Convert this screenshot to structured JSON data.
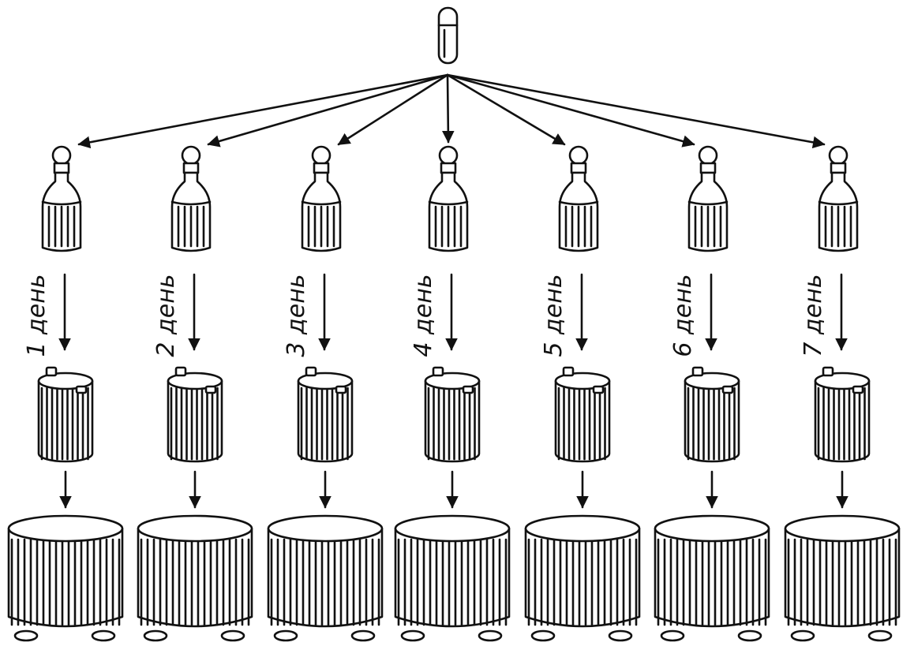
{
  "diagram": {
    "ink_color": "#111111",
    "background": "#ffffff",
    "source_icon": "ampoule-icon",
    "columns": [
      {
        "label": "1 день",
        "bottle_icon": "bottle-icon",
        "jar_icon": "jar-icon",
        "vat_icon": "vat-icon"
      },
      {
        "label": "2 день",
        "bottle_icon": "bottle-icon",
        "jar_icon": "jar-icon",
        "vat_icon": "vat-icon"
      },
      {
        "label": "3 день",
        "bottle_icon": "bottle-icon",
        "jar_icon": "jar-icon",
        "vat_icon": "vat-icon"
      },
      {
        "label": "4 день",
        "bottle_icon": "bottle-icon",
        "jar_icon": "jar-icon",
        "vat_icon": "vat-icon"
      },
      {
        "label": "5 день",
        "bottle_icon": "bottle-icon",
        "jar_icon": "jar-icon",
        "vat_icon": "vat-icon"
      },
      {
        "label": "6 день",
        "bottle_icon": "bottle-icon",
        "jar_icon": "jar-icon",
        "vat_icon": "vat-icon"
      },
      {
        "label": "7 день",
        "bottle_icon": "bottle-icon",
        "jar_icon": "jar-icon",
        "vat_icon": "vat-icon"
      }
    ]
  }
}
